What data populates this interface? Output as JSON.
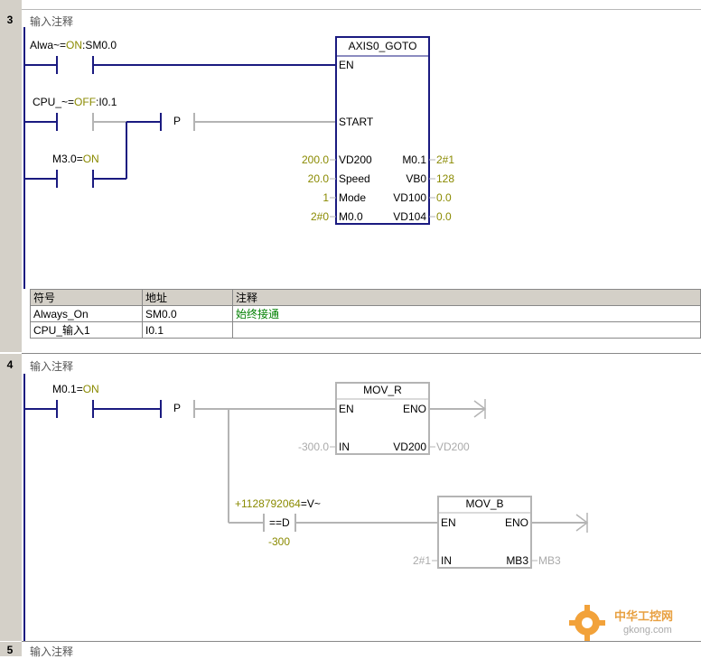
{
  "network3": {
    "number": "3",
    "comment": "输入注释",
    "contact1": {
      "name": "Alwa~",
      "eq": "=",
      "state": "ON",
      "addr": ":SM0.0"
    },
    "contact2": {
      "name": "CPU_~",
      "eq": "=",
      "state": "OFF",
      "addr": ":I0.1"
    },
    "contact3": {
      "name": "M3.0",
      "eq": "=",
      "state": "ON"
    },
    "pos_edge": "P",
    "box": {
      "title": "AXIS0_GOTO",
      "en": "EN",
      "start": "START",
      "in_pins": [
        "VD200",
        "Speed",
        "Mode",
        "M0.0"
      ],
      "in_vals": [
        "200.0",
        "20.0",
        "1",
        "2#0"
      ],
      "out_pins": [
        "M0.1",
        "VB0",
        "VD100",
        "VD104"
      ],
      "out_vals": [
        "2#1",
        "128",
        "0.0",
        "0.0"
      ]
    },
    "symbol_table": {
      "headers": [
        "符号",
        "地址",
        "注释"
      ],
      "rows": [
        [
          "Always_On",
          "SM0.0",
          "始终接通"
        ],
        [
          "CPU_输入1",
          "I0.1",
          ""
        ]
      ]
    }
  },
  "network4": {
    "number": "4",
    "comment": "输入注释",
    "contact1": {
      "name": "M0.1",
      "eq": "=",
      "state": "ON"
    },
    "pos_edge": "P",
    "mov_r": {
      "title": "MOV_R",
      "en": "EN",
      "eno": "ENO",
      "in": "IN",
      "out": "VD200",
      "in_val": "-300.0",
      "out_val": "VD200"
    },
    "compare": {
      "top": "+1128792064",
      "eq": "=",
      "var": "V~",
      "op": "==D",
      "bottom": "-300"
    },
    "mov_b": {
      "title": "MOV_B",
      "en": "EN",
      "eno": "ENO",
      "in": "IN",
      "out": "MB3",
      "in_val": "2#1",
      "out_val": "MB3"
    }
  },
  "network5": {
    "number": "5",
    "comment": "输入注释"
  },
  "watermark": {
    "name": "中华工控网",
    "url": "gkong.com"
  },
  "colors": {
    "wire_on": "#1a1a80",
    "wire_off": "#b4b4b4",
    "on_text": "#8a8a00",
    "comment_green": "#008000"
  }
}
